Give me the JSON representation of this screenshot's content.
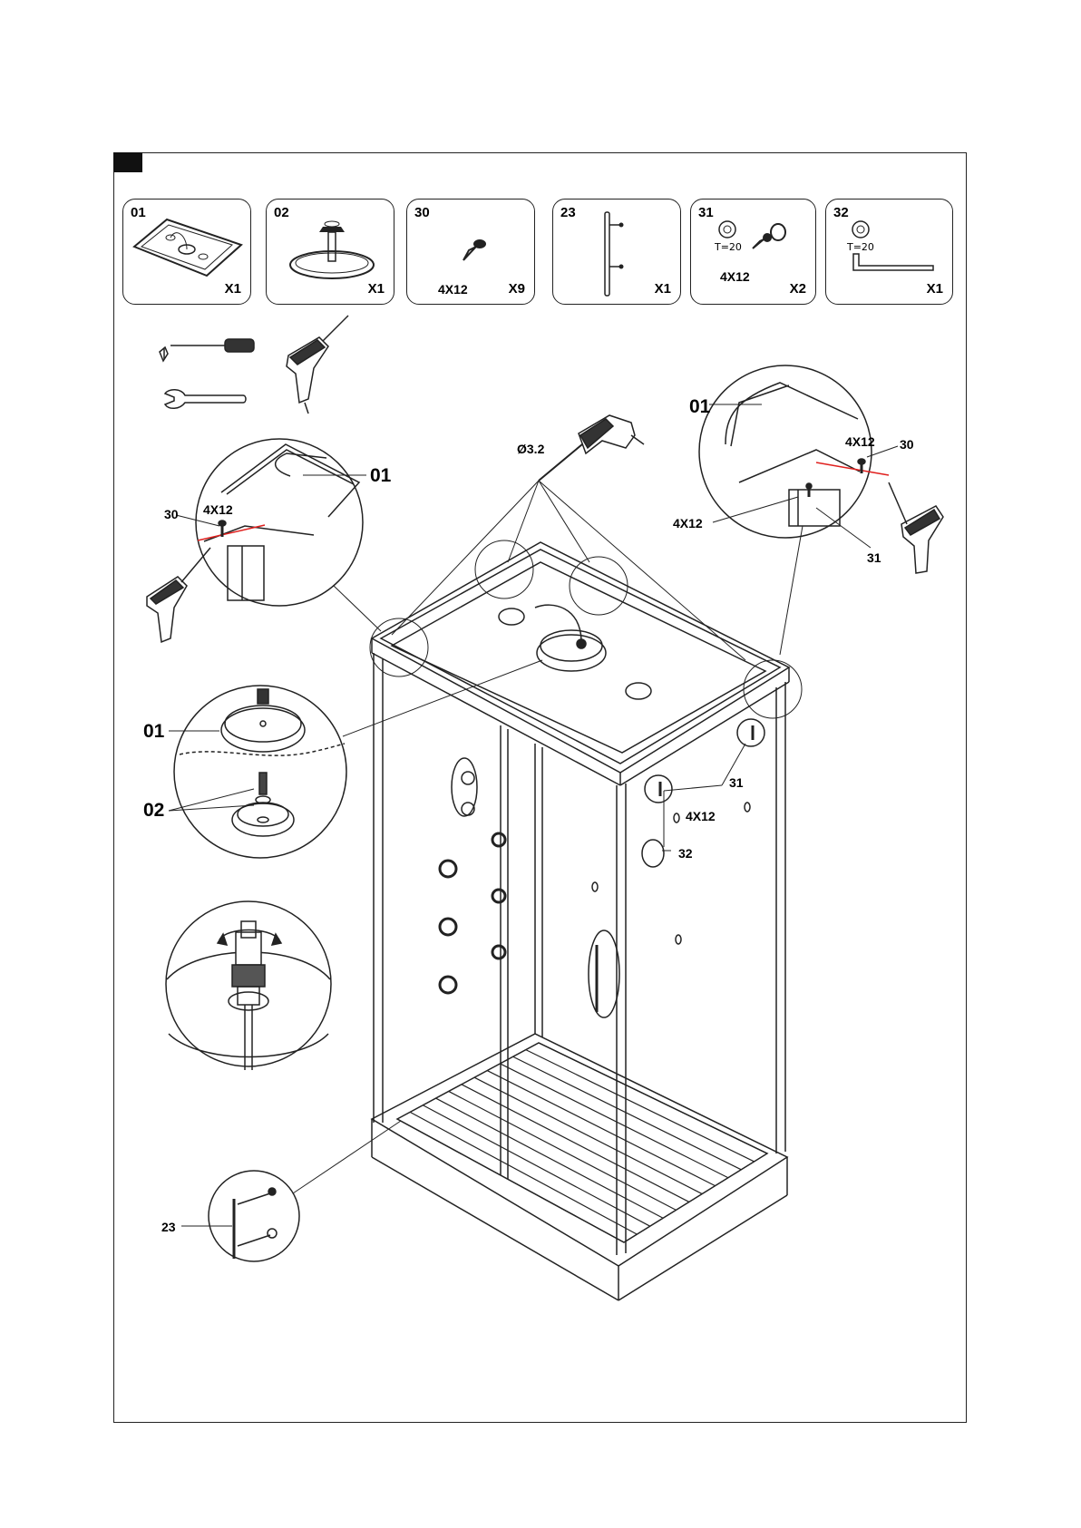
{
  "parts": [
    {
      "id": "01",
      "qty": "X1",
      "spec": "",
      "torque": "",
      "icon": "roof-panel-icon"
    },
    {
      "id": "02",
      "qty": "X1",
      "spec": "",
      "torque": "",
      "icon": "shower-head-icon"
    },
    {
      "id": "30",
      "qty": "X9",
      "spec": "4X12",
      "torque": "",
      "icon": "screw-icon"
    },
    {
      "id": "23",
      "qty": "X1",
      "spec": "",
      "torque": "",
      "icon": "handle-icon"
    },
    {
      "id": "31",
      "qty": "X2",
      "spec": "4X12",
      "torque": "T=20",
      "icon": "screw-cap-icon"
    },
    {
      "id": "32",
      "qty": "X1",
      "spec": "",
      "torque": "T=20",
      "icon": "hex-key-icon"
    }
  ],
  "callouts": {
    "drill_bit": "Ø3.2",
    "left_detail": {
      "part": "01",
      "screw": "30",
      "spec": "4X12"
    },
    "right_detail": {
      "part": "01",
      "spec_top": "4X12",
      "screw": "30",
      "spec_side": "4X12",
      "cap": "31"
    },
    "head_detail": {
      "roof": "01",
      "head": "02"
    },
    "handle_detail": {
      "handle": "23"
    },
    "cabin": {
      "cap": "31",
      "spec": "4X12",
      "key": "32"
    }
  },
  "colors": {
    "line": "#222222",
    "guide": "#e0201e"
  }
}
